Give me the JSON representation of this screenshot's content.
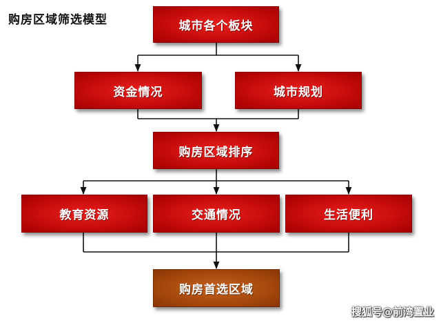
{
  "title": "购房区域筛选模型",
  "nodes": {
    "top": "城市各个板块",
    "funds": "资金情况",
    "planning": "城市规划",
    "ranking": "购房区域排序",
    "education": "教育资源",
    "traffic": "交通情况",
    "living": "生活便利",
    "result": "购房首选区域"
  },
  "watermark": "搜狐号@前湾置业",
  "colors": {
    "node_red": "#c80c0c",
    "node_brown": "#a6480c",
    "connector": "#111111"
  }
}
